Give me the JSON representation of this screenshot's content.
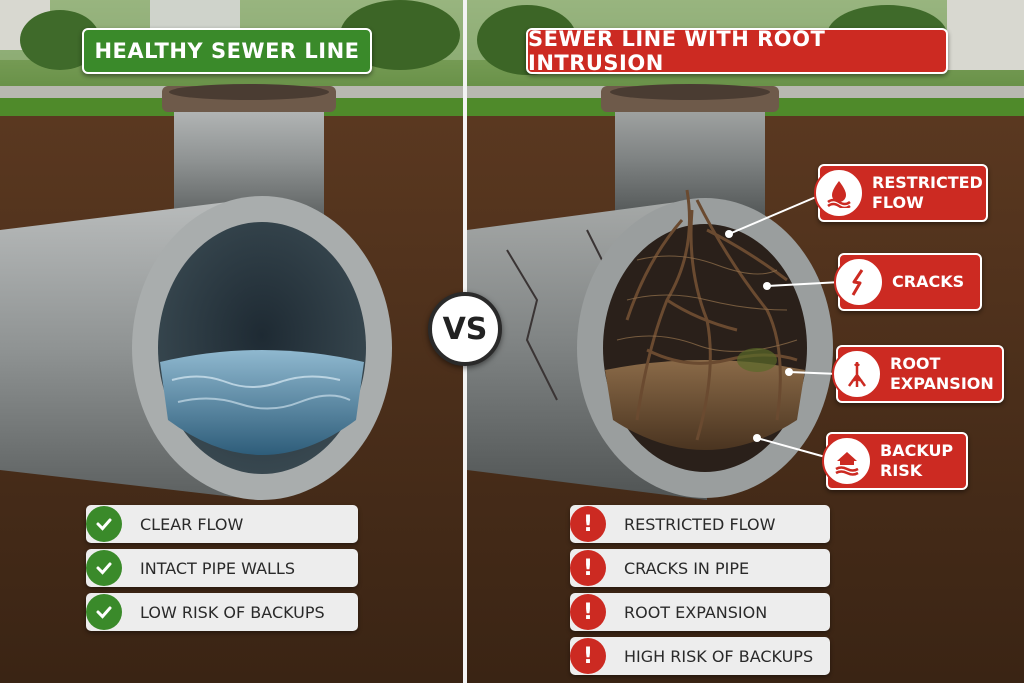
{
  "left_panel": {
    "title": "HEALTHY SEWER LINE",
    "items": [
      "CLEAR FLOW",
      "INTACT PIPE WALLS",
      "LOW RISK OF BACKUPS"
    ]
  },
  "right_panel": {
    "title": "SEWER LINE WITH ROOT INTRUSION",
    "callouts": [
      {
        "label": "RESTRICTED\nFLOW",
        "icon": "water-drop-icon"
      },
      {
        "label": "CRACKS",
        "icon": "crack-bolt-icon"
      },
      {
        "label": "ROOT\nEXPANSION",
        "icon": "root-icon"
      },
      {
        "label": "BACKUP\nRISK",
        "icon": "house-flood-icon"
      }
    ],
    "items": [
      "RESTRICTED FLOW",
      "CRACKS IN PIPE",
      "ROOT EXPANSION",
      "HIGH RISK OF BACKUPS"
    ]
  },
  "vs_label": "VS",
  "colors": {
    "healthy": "#3a8a2a",
    "problem": "#cc2a22",
    "soil": "#4a2e1a",
    "grass": "#4f8a2a"
  }
}
